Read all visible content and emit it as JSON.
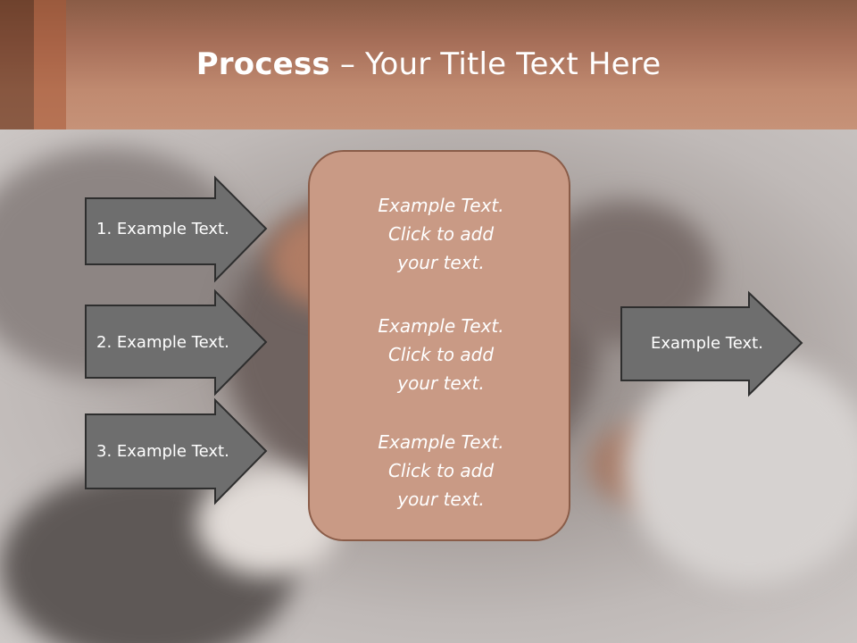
{
  "slide": {
    "title_bold": "Process",
    "title_rest": " – Your Title Text Here"
  },
  "left_arrows": [
    {
      "label": "1. Example Text."
    },
    {
      "label": "2. Example Text."
    },
    {
      "label": "3. Example Text."
    }
  ],
  "center_box": {
    "blocks": [
      "Example Text.\nClick  to add\nyour text.",
      "Example Text.\nClick  to add\nyour text.",
      "Example Text.\nClick  to add\nyour text."
    ]
  },
  "right_arrow": {
    "label": "Example Text."
  },
  "colors": {
    "header": "#c08a70",
    "arrow_fill": "#6e6e6e",
    "center_box_fill": "#c99a85",
    "center_box_border": "#8a5c48"
  }
}
